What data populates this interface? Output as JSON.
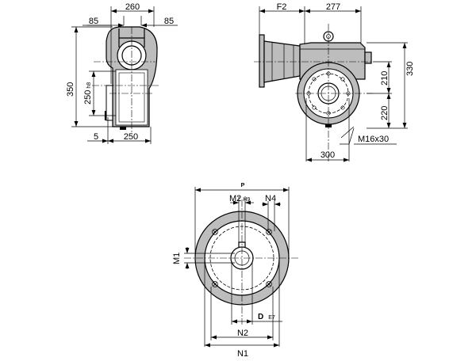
{
  "labels": {
    "w260": "260",
    "left85": "85",
    "right85": "85",
    "h350": "350",
    "h250": "250",
    "h250_tol": "h8",
    "w5": "5",
    "w250": "250",
    "f2": "F2",
    "w277": "277",
    "h330": "330",
    "h210": "210",
    "h220": "220",
    "m16": "M16x30",
    "w300": "300",
    "p": "P",
    "m2": "M2",
    "m2_tol": "H9",
    "n4": "N4",
    "m1": "M1",
    "d": "D",
    "d_tol": "E7",
    "n2": "N2",
    "n1": "N1"
  }
}
